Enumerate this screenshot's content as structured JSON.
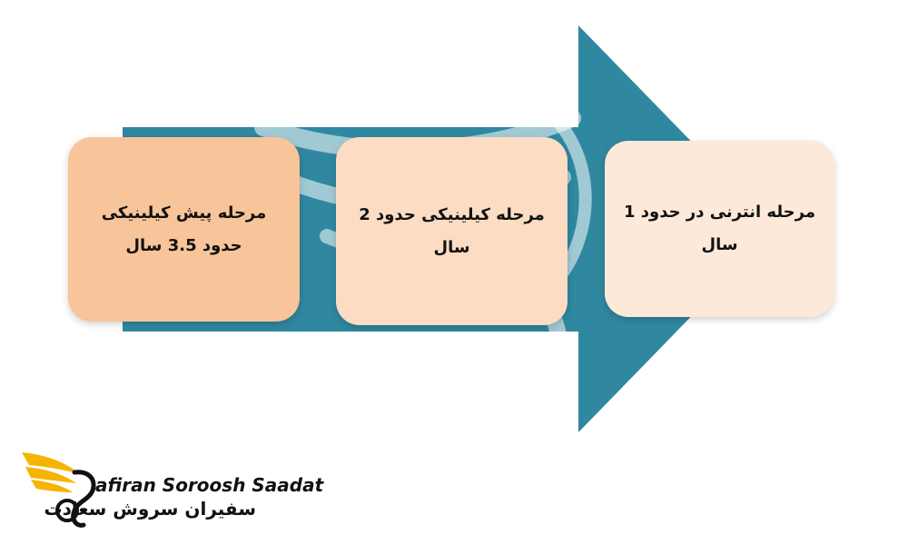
{
  "colors": {
    "arrow": "#2f88a0",
    "stage_1_fill": "#f8c49a",
    "stage_2_fill": "#fcdcc3",
    "stage_3_fill": "#fde9da",
    "logo_wing": "#f5b400"
  },
  "stages": [
    {
      "label": "مرحله پیش کیلینیکی حدود 3.5 سال"
    },
    {
      "label": "مرحله کیلینیکی حدود 2 سال"
    },
    {
      "label": "مرحله انترنی در حدود 1 سال"
    }
  ],
  "logo": {
    "icon": "winged-bird-logo-icon",
    "latin_name": "afiran Soroosh Saadat",
    "persian_name": "سفیران سروش سعادت"
  }
}
